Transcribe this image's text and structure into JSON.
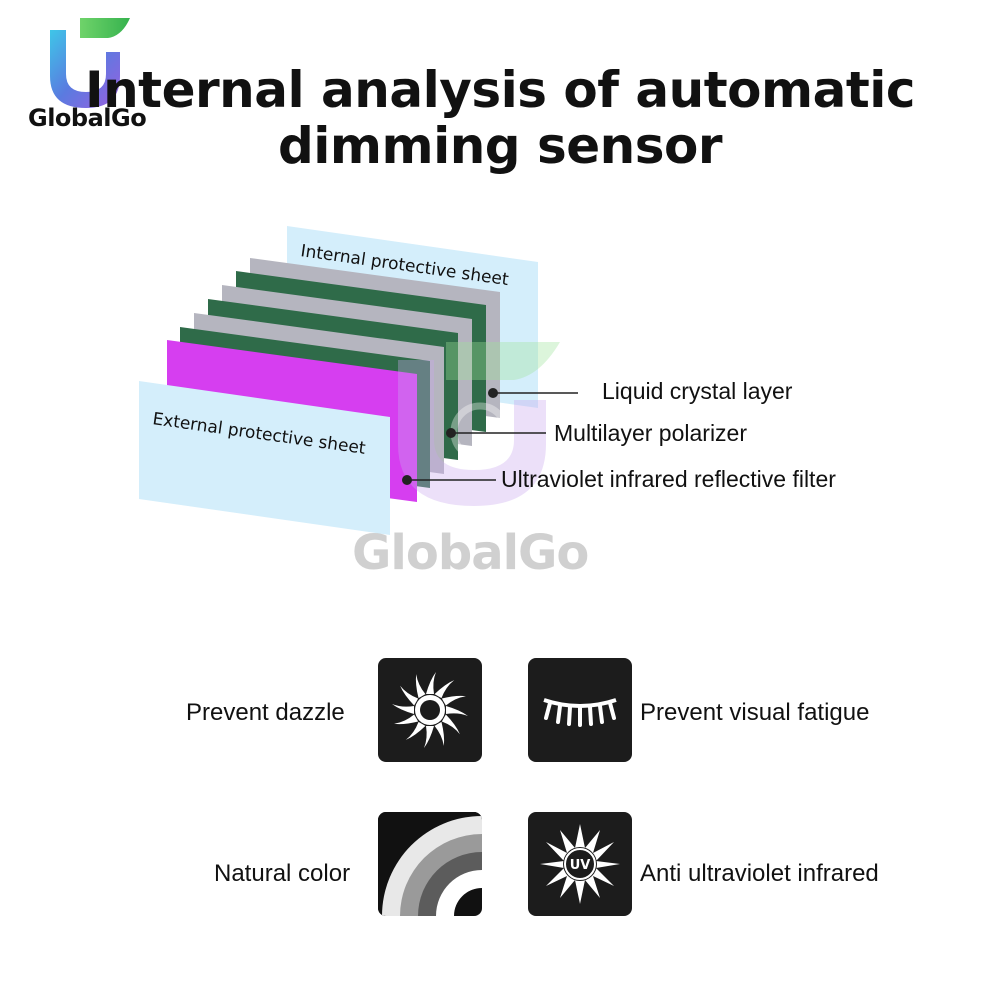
{
  "brand": {
    "name": "GlobalGo",
    "watermark": "GlobalGo"
  },
  "title": {
    "line1": "Internal analysis of automatic",
    "line2": "dimming sensor"
  },
  "layers": {
    "internal_sheet": "Internal protective sheet",
    "external_sheet": "External protective sheet",
    "liquid_crystal": "Liquid crystal layer",
    "polarizer": "Multilayer polarizer",
    "uv_filter": "Ultraviolet infrared reflective filter"
  },
  "features": [
    {
      "label": "Prevent dazzle",
      "icon": "sun-icon"
    },
    {
      "label": "Prevent visual fatigue",
      "icon": "eyelash-icon"
    },
    {
      "label": "Natural color",
      "icon": "gradient-arcs-icon"
    },
    {
      "label": "Anti ultraviolet infrared",
      "icon": "uv-burst-icon"
    }
  ],
  "colors": {
    "protective_sheet": "#d4eefb",
    "polarizer_green": "#2f6b49",
    "liquid_crystal_gray": "#b5b5bf",
    "uv_filter_magenta": "#d63ef0",
    "tile_background": "#1c1c1c"
  }
}
